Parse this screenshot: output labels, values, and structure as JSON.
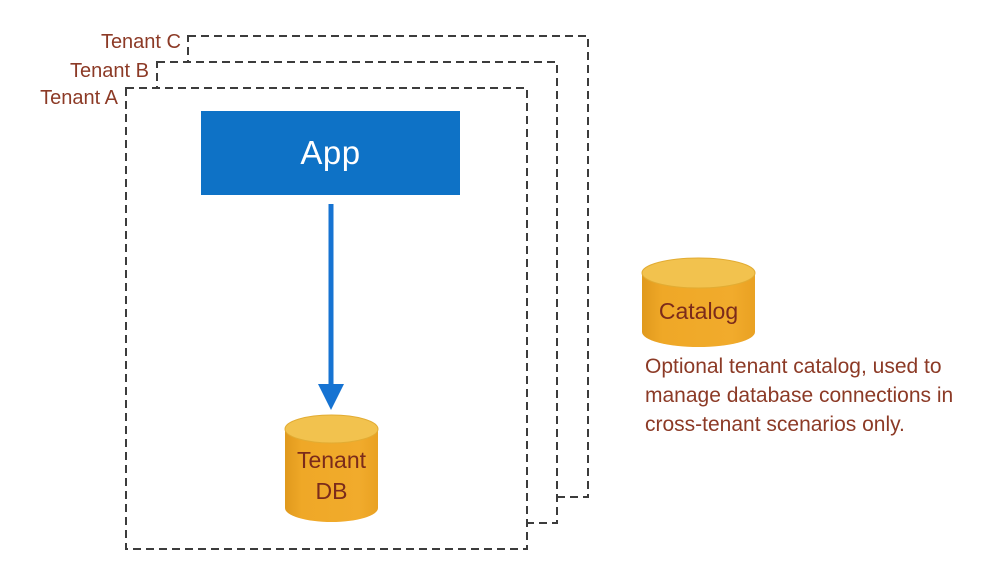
{
  "diagram": {
    "tenants": [
      {
        "label": "Tenant C"
      },
      {
        "label": "Tenant B"
      },
      {
        "label": "Tenant A"
      }
    ],
    "app": {
      "label": "App"
    },
    "tenant_db": {
      "line1": "Tenant",
      "line2": "DB"
    },
    "catalog": {
      "label": "Catalog"
    },
    "caption": {
      "line1": "Optional tenant catalog, used to",
      "line2": "manage database connections in",
      "line3": "cross-tenant scenarios only."
    },
    "colors": {
      "app_blue": "#0E72C6",
      "arrow_blue": "#1673D2",
      "cylinder_body_orange": "#EFA525",
      "cylinder_top_gold": "#F2C24E",
      "label_maroon": "#8C3A26",
      "cylinder_text_maroon": "#7B2B1B",
      "frame_dash_gray": "#3C3C3C"
    }
  }
}
